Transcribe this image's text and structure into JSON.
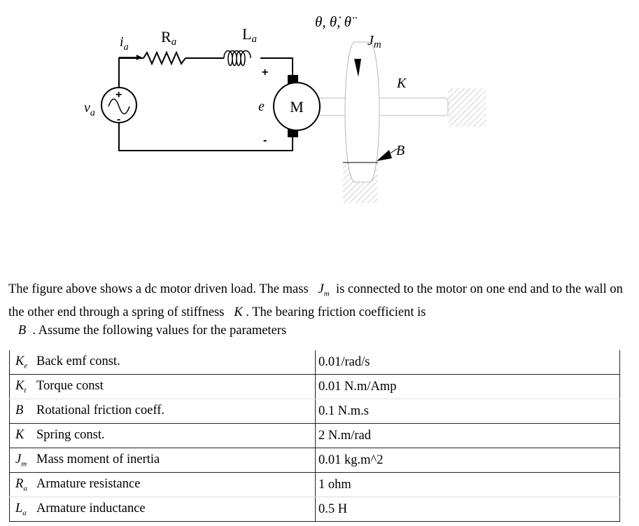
{
  "figure": {
    "labels": {
      "current": "i",
      "current_sub": "a",
      "resistor": "R",
      "resistor_sub": "a",
      "inductor": "L",
      "inductor_sub": "a",
      "source": "v",
      "source_sub": "a",
      "plus": "+",
      "minus": "-",
      "emf": "e",
      "motor": "M",
      "angle": "θ, θ̇, θ̈",
      "inertia": "J",
      "inertia_sub": "m",
      "spring": "K",
      "friction": "B"
    }
  },
  "paragraph": {
    "part1": "The figure above shows a dc motor driven load. The mass ",
    "sym1": "J",
    "sym1_sub": "m",
    "part2": " is connected to the motor on one end and to the wall on the other end through a spring of stiffness ",
    "sym2": "K",
    "part3": " . The bearing friction coefficient is ",
    "sym3": "B",
    "part4": " . Assume the following values for the parameters"
  },
  "table": {
    "rows": [
      {
        "sym": "K",
        "sub": "e",
        "desc": "Back emf const.",
        "value": "0.01/rad/s"
      },
      {
        "sym": "K",
        "sub": "t",
        "desc": "Torque const",
        "value": "0.01 N.m/Amp"
      },
      {
        "sym": "B",
        "sub": "",
        "desc": "Rotational friction coeff.",
        "value": "0.1 N.m.s"
      },
      {
        "sym": "K",
        "sub": "",
        "desc": "Spring const.",
        "value": "2 N.m/rad"
      },
      {
        "sym": "J",
        "sub": "m",
        "desc": "Mass moment of inertia",
        "value": "0.01 kg.m^2"
      },
      {
        "sym": "R",
        "sub": "a",
        "desc": "Armature resistance",
        "value": "1 ohm"
      },
      {
        "sym": "L",
        "sub": "a",
        "desc": "Armature inductance",
        "value": "0.5 H"
      }
    ]
  }
}
